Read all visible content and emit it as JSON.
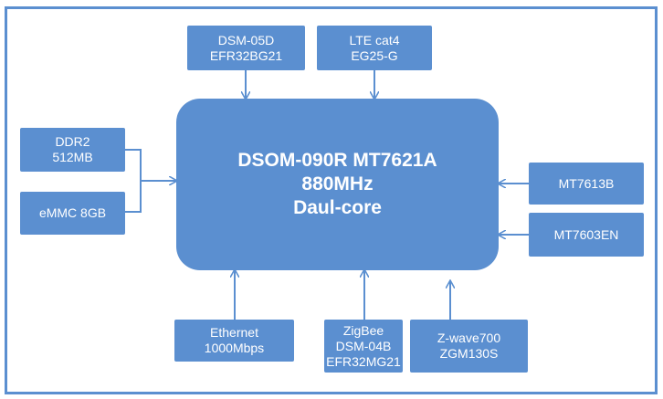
{
  "nodes": {
    "cpu": {
      "lines": [
        "DSOM-090R MT7621A",
        "880MHz",
        "Daul-core"
      ]
    },
    "dsm05d": {
      "lines": [
        "DSM-05D",
        "EFR32BG21"
      ]
    },
    "lte": {
      "lines": [
        "LTE cat4",
        "EG25-G"
      ]
    },
    "ddr2": {
      "lines": [
        "DDR2",
        "512MB"
      ]
    },
    "emmc": {
      "lines": [
        "eMMC 8GB"
      ]
    },
    "mt7613b": {
      "lines": [
        "MT7613B"
      ]
    },
    "mt7603en": {
      "lines": [
        "MT7603EN"
      ]
    },
    "ethernet": {
      "lines": [
        "Ethernet",
        "1000Mbps"
      ]
    },
    "zigbee": {
      "lines": [
        "ZigBee",
        "DSM-04B",
        "EFR32MG21"
      ]
    },
    "zwave": {
      "lines": [
        "Z-wave700",
        "ZGM130S"
      ]
    }
  },
  "colors": {
    "box": "#5b8fd0",
    "text": "#ffffff",
    "frame": "#5b8fd0",
    "background": "#ffffff"
  }
}
